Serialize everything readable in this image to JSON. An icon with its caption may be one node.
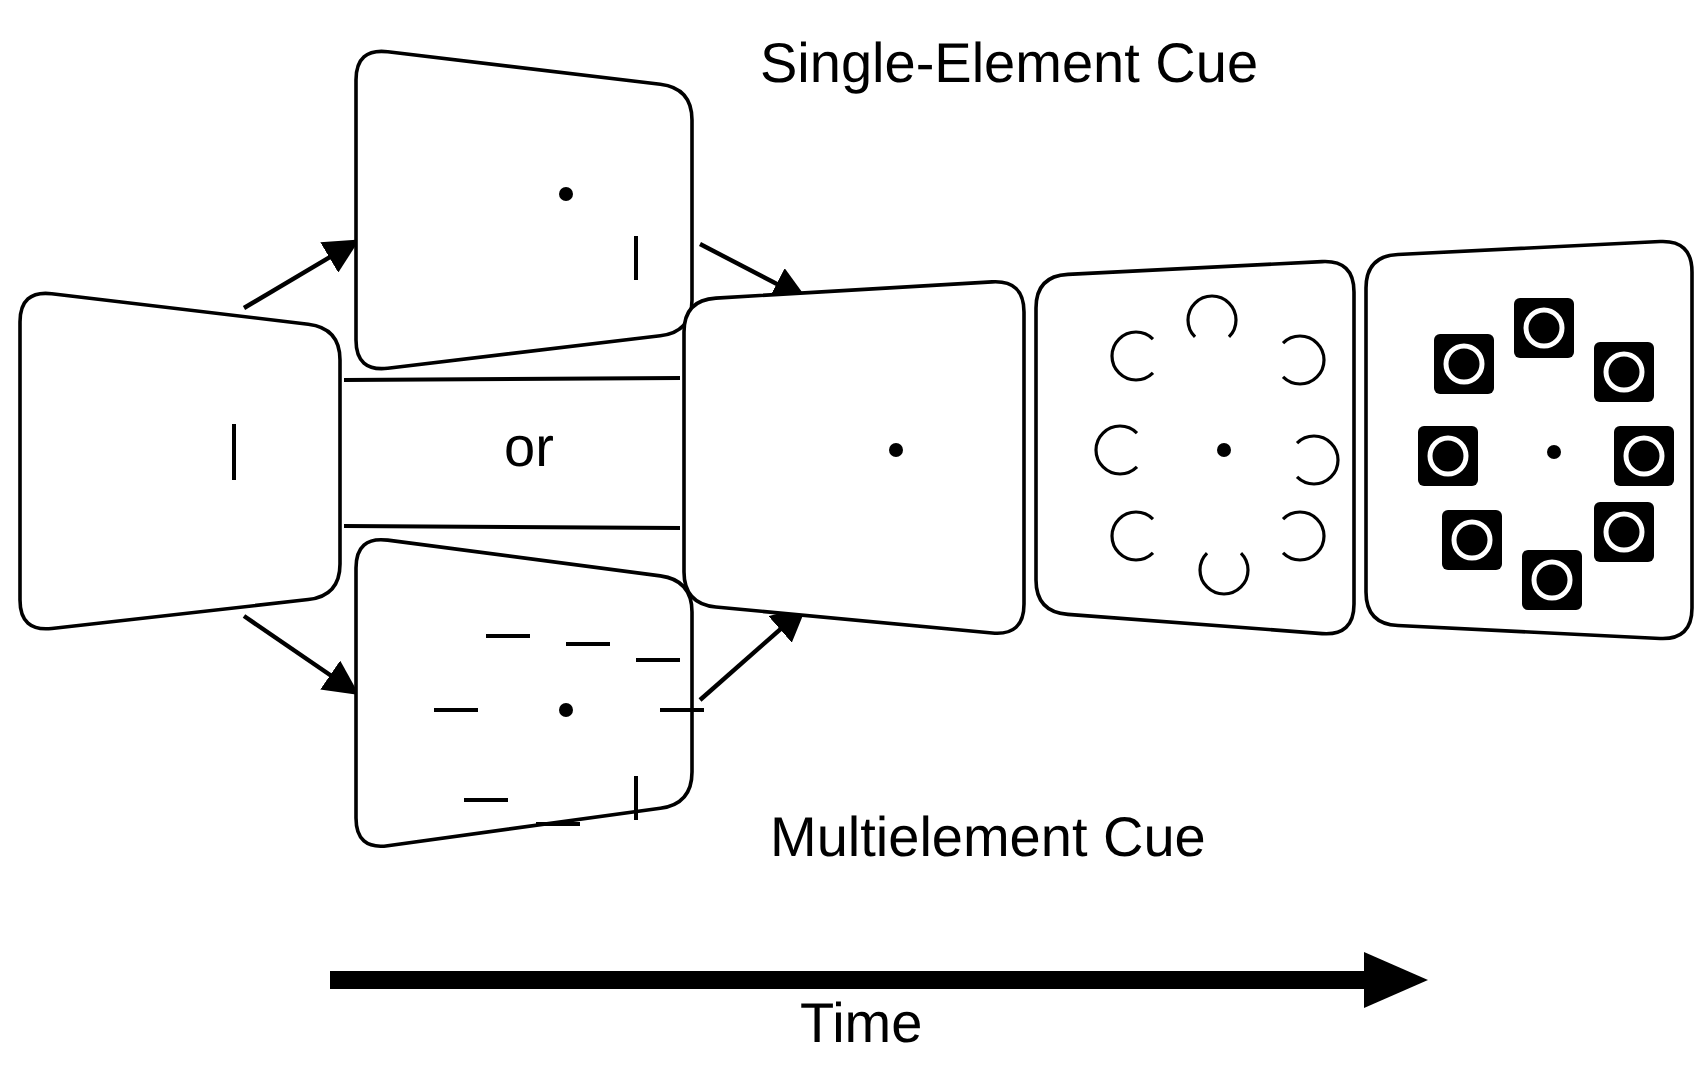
{
  "diagram": {
    "nodes": [
      {
        "text": [],
        "shape": "box"
      },
      {
        "text": [],
        "shape": "box",
        "beside": [
          "Single-Element Cue"
        ]
      },
      {
        "text": [
          "or"
        ]
      },
      {
        "text": [],
        "shape": "box",
        "beside": [
          "Multielement Cue"
        ]
      },
      {
        "text": [],
        "shape": "box"
      },
      {
        "text": [],
        "shape": "box"
      },
      {
        "text": [],
        "shape": "box"
      }
    ],
    "edges": [
      {
        "from": 0,
        "to": 1,
        "arrow": "to"
      },
      {
        "from": 0,
        "to": 3,
        "arrow": "to"
      },
      {
        "from": 1,
        "to": 4,
        "arrow": "to"
      },
      {
        "from": 3,
        "to": 4,
        "arrow": "to"
      }
    ],
    "labels": [
      "Time"
    ]
  }
}
